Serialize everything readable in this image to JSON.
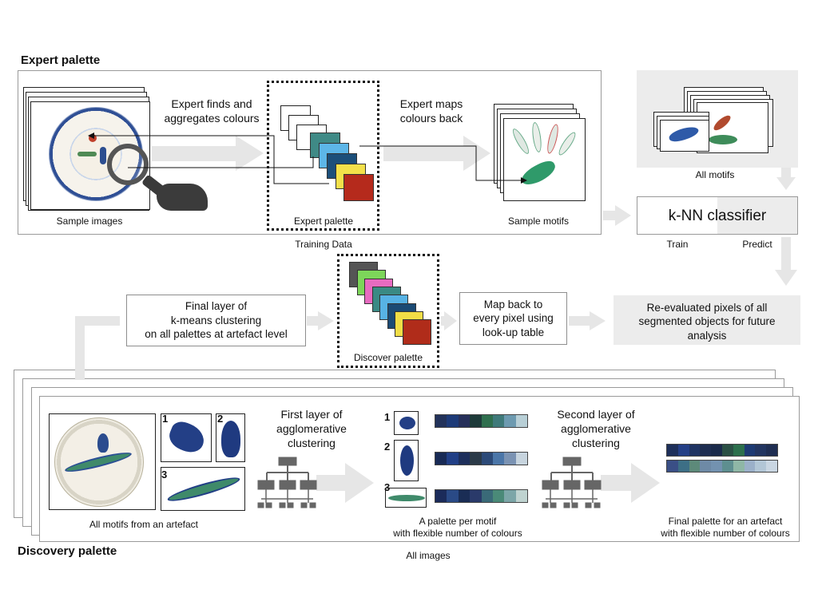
{
  "expert_section": {
    "title": "Expert palette",
    "finds_label": "Expert finds and\naggregates colours",
    "maps_label": "Expert maps\ncolours back",
    "sample_images_label": "Sample images",
    "expert_palette_label": "Expert palette",
    "sample_motifs_label": "Sample motifs",
    "training_data_label": "Training Data",
    "palette_colors": [
      "#3f8a86",
      "#5db6e8",
      "#1c4f7a",
      "#f3e04a",
      "#b52a1c"
    ]
  },
  "classifier": {
    "all_motifs_label": "All motifs",
    "name": "k-NN classifier",
    "train_label": "Train",
    "predict_label": "Predict",
    "result_label": "Re-evaluated pixels  of all\nsegmented objects for future\nanalysis"
  },
  "middle": {
    "final_layer_label": "Final layer of\nk-means clustering\non all palettes at artefact level",
    "discover_palette_label": "Discover palette",
    "map_back_label": "Map back to\nevery pixel using\nlook-up table",
    "discover_colors": [
      "#555555",
      "#7dd65a",
      "#e76bc0",
      "#3a8a84",
      "#57b2e4",
      "#1b4a74",
      "#f1dd46",
      "#b02c1a"
    ]
  },
  "discovery_section": {
    "title": "Discovery palette",
    "all_motifs_label": "All motifs from an artefact",
    "first_layer_label": "First layer of\nagglomerative\nclustering",
    "per_motif_label": "A  palette per motif\nwith flexible number of colours",
    "second_layer_label": "Second layer of\nagglomerative\nclustering",
    "final_palette_label": "Final palette for an artefact\nwith flexible number of colours",
    "all_images_label": "All images",
    "motif_numbers": [
      "1",
      "2",
      "3"
    ],
    "palette_rows": [
      [
        "#22325a",
        "#1d3a78",
        "#26305a",
        "#1e3b3a",
        "#2f6f4e",
        "#3f7a7a",
        "#6d9ab0",
        "#b8cfd6"
      ],
      [
        "#182a55",
        "#213f86",
        "#1d2f5b",
        "#2b3a48",
        "#2c4a78",
        "#4b76a8",
        "#7b93b3",
        "#c7d4de"
      ],
      [
        "#1b2b5a",
        "#2a4a86",
        "#1a2d55",
        "#2a3a6a",
        "#3a6a78",
        "#4a8a78",
        "#7ca6a8",
        "#bfd3d0"
      ]
    ],
    "final_rows": [
      [
        "#1d2f5a",
        "#243f86",
        "#1f3362",
        "#1e2d50",
        "#1a2a4a",
        "#2a4f44",
        "#2c6f4c",
        "#1d3a72",
        "#223560",
        "#1f2e52"
      ],
      [
        "#3a4f86",
        "#3d6f86",
        "#5d8a7a",
        "#6e8aa6",
        "#7392b0",
        "#5e8f90",
        "#8fb7a6",
        "#9bb0c9",
        "#b2c6d6",
        "#c9d6e2"
      ]
    ]
  }
}
